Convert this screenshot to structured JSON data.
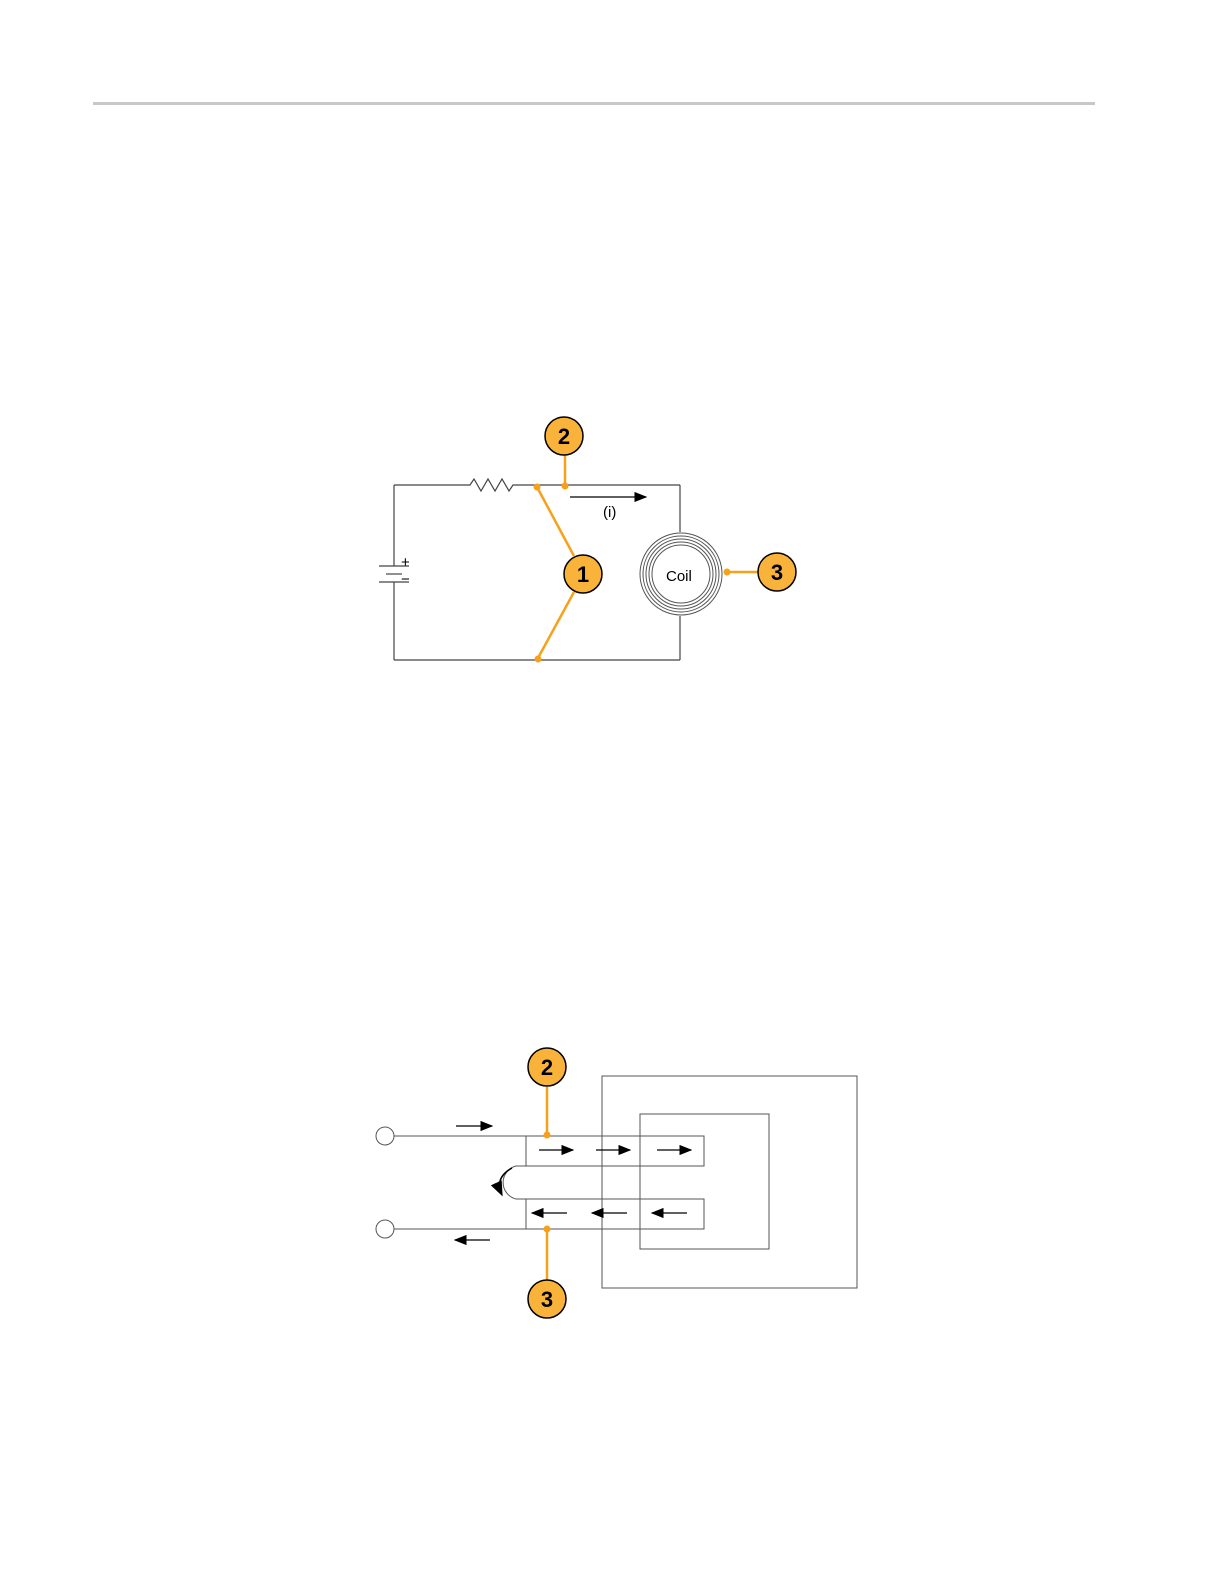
{
  "colors": {
    "accent": "#f7a11b",
    "callout_fill": "#f9b23a",
    "line": "#333333"
  },
  "figure1": {
    "current_label": "(i)",
    "coil_label": "Coil",
    "battery_plus": "+",
    "battery_minus": "−",
    "callouts": [
      {
        "number": "2"
      },
      {
        "number": "1"
      },
      {
        "number": "3"
      }
    ]
  },
  "figure2": {
    "callouts": [
      {
        "number": "2"
      },
      {
        "number": "3"
      }
    ]
  }
}
